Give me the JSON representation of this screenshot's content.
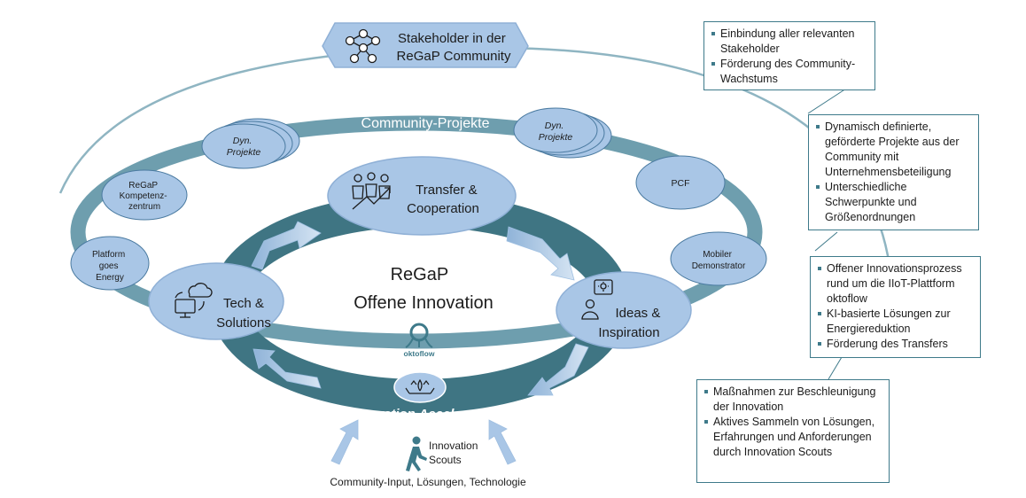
{
  "stakeholder": {
    "line1": "Stakeholder  in der",
    "line2": "ReGaP Community"
  },
  "ring_label": "Community-Projekte",
  "projects": {
    "dyn_left": [
      "Dyn.",
      "Projekte"
    ],
    "dyn_right": [
      "Dyn.",
      "Projekte"
    ],
    "kompetenz": [
      "ReGaP",
      "Kompetenz-",
      "zentrum"
    ],
    "platform": [
      "Platform",
      "goes",
      "Energy"
    ],
    "pcf": [
      "PCF"
    ],
    "mobiler": [
      "Mobiler",
      "Demonstrator"
    ]
  },
  "center": {
    "line1": "ReGaP",
    "line2": "Offene Innovation",
    "logo_text": "oktoflow"
  },
  "stages": {
    "transfer": [
      "Transfer &",
      "Cooperation"
    ],
    "tech": [
      "Tech &",
      "Solutions"
    ],
    "ideas": [
      "Ideas &",
      "Inspiration"
    ]
  },
  "accelerator": "Innovation Accelerator",
  "scouts": [
    "Innovation",
    "Scouts"
  ],
  "input_caption": "Community-Input, Lösungen, Technologie",
  "notes": {
    "stakeholder": [
      "Einbindung aller relevanten Stakeholder",
      "Förderung des Community-Wachstums"
    ],
    "projects": [
      "Dynamisch definierte, geförderte Projekte aus der Community mit Unternehmensbeteiligung",
      "Unterschiedliche Schwerpunkte und Größenordnungen"
    ],
    "innovation": [
      "Offener Innovationsprozess rund um die IIoT-Plattform oktoflow",
      "KI-basierte Lösungen zur Energiereduktion",
      "Förderung des Transfers"
    ],
    "accelerator": [
      "Maßnahmen zur Beschleunigung der Innovation",
      "Aktives Sammeln von Lösungen, Erfahrungen und Anforderungen durch Innovation Scouts"
    ]
  },
  "colors": {
    "ring_dark": "#3f7583",
    "ring_mid": "#6e9eae",
    "bubble": "#a9c6e6",
    "bubble_stroke": "#8fb0d6",
    "arrow": "#b7d0ea",
    "accent": "#3e7a8a"
  }
}
